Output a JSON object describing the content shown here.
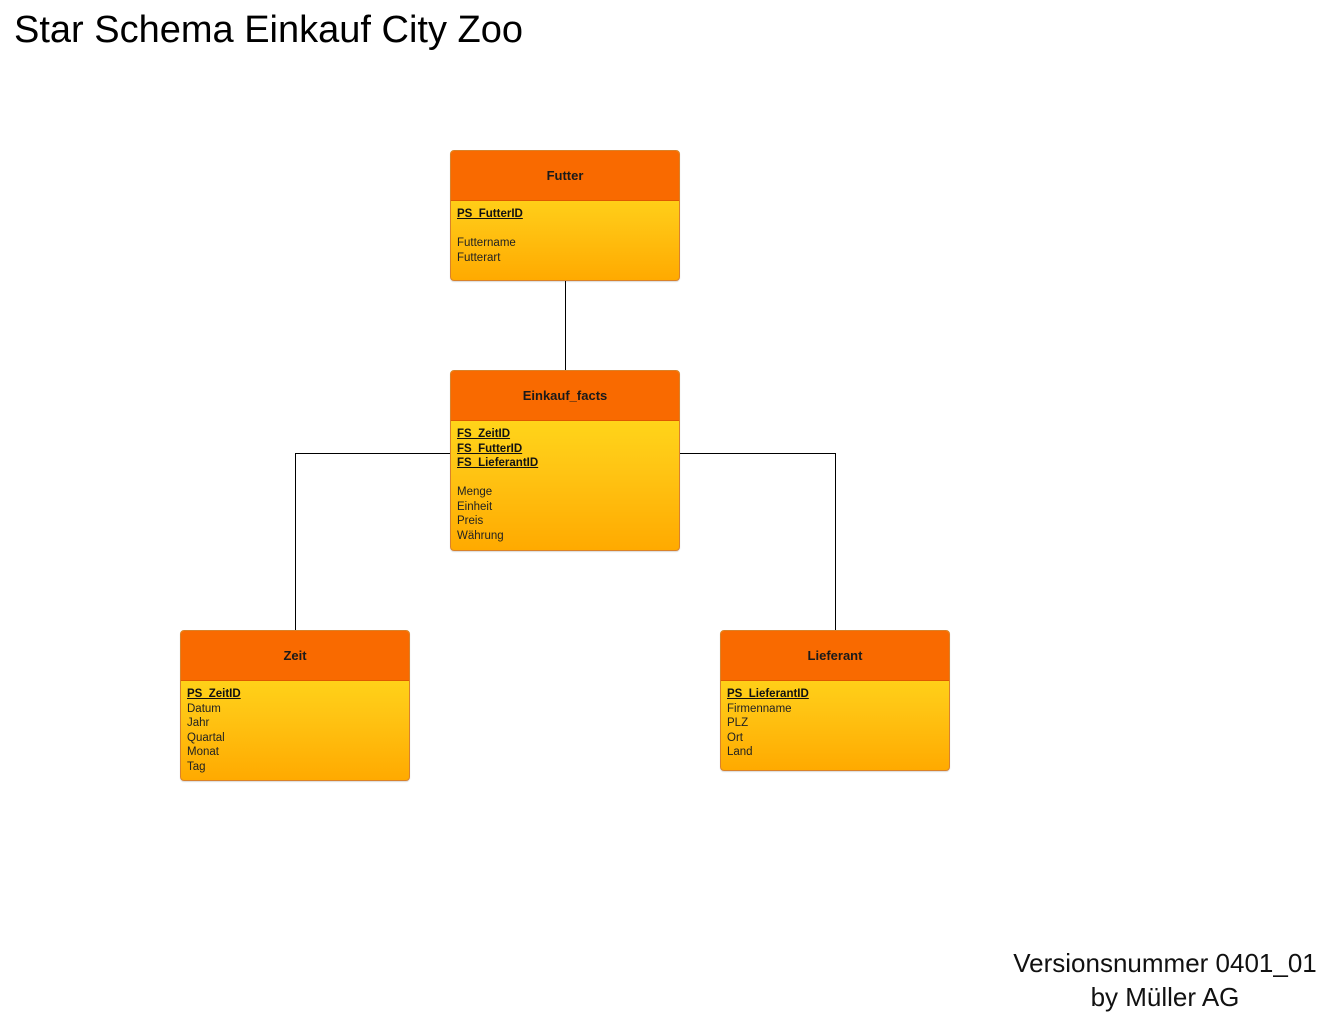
{
  "title": "Star Schema Einkauf City Zoo",
  "colors": {
    "header_fill": "#f96a00",
    "body_gradient_top": "#ffe41f",
    "body_gradient_bottom": "#ffaa00",
    "border": "#d9822b",
    "connector": "#000000"
  },
  "entities": {
    "futter": {
      "name": "Futter",
      "keys": [
        "PS_FutterID"
      ],
      "attributes": [
        "Futtername",
        "Futterart"
      ]
    },
    "einkauf_facts": {
      "name": "Einkauf_facts",
      "keys": [
        "FS_ZeitID",
        "FS_FutterID",
        "FS_LieferantID"
      ],
      "attributes": [
        "Menge",
        "Einheit",
        "Preis",
        "Währung"
      ]
    },
    "zeit": {
      "name": "Zeit",
      "keys": [
        "PS_ZeitID"
      ],
      "attributes": [
        "Datum",
        "Jahr",
        "Quartal",
        "Monat",
        "Tag"
      ]
    },
    "lieferant": {
      "name": "Lieferant",
      "keys": [
        "PS_LieferantID"
      ],
      "attributes": [
        "Firmenname",
        "PLZ",
        "Ort",
        "Land"
      ]
    }
  },
  "footer": {
    "version": "Versionsnummer 0401_01",
    "author": "by Müller AG"
  }
}
